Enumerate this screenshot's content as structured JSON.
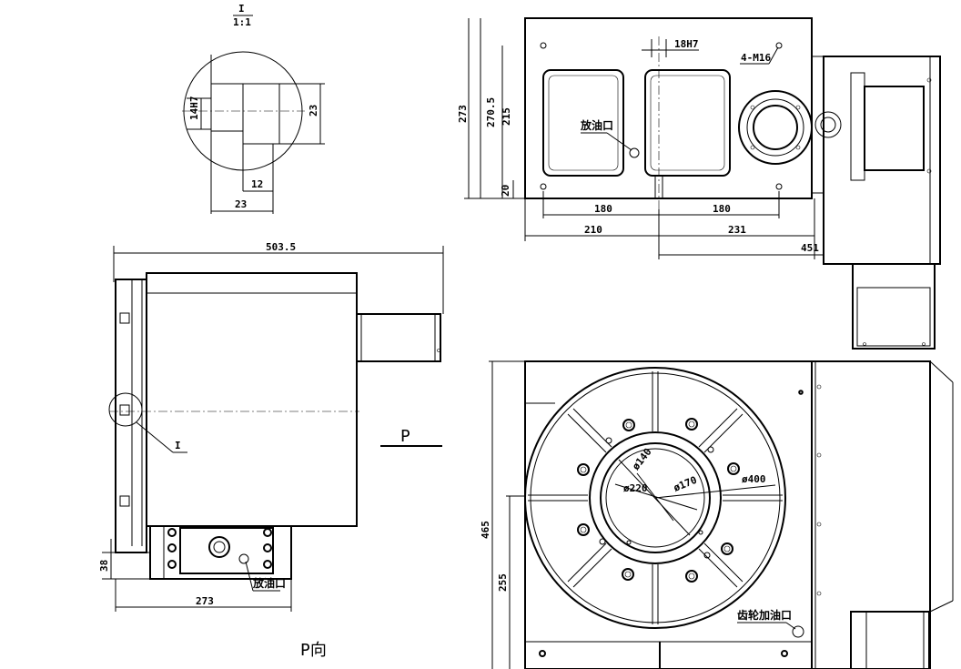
{
  "detail": {
    "name": "I",
    "scale": "1:1",
    "dim_14H7": "14H7",
    "dim_23v": "23",
    "dim_12": "12",
    "dim_23h": "23"
  },
  "plan": {
    "dim_273": "273",
    "dim_2705": "270.5",
    "dim_215": "215",
    "dim_20": "20",
    "dim_18H7": "18H7",
    "label_4M16": "4-M16",
    "label_drain": "放油口",
    "dim_180a": "180",
    "dim_180b": "180",
    "dim_210": "210",
    "dim_231": "231",
    "dim_451": "451"
  },
  "side": {
    "dim_5035": "503.5",
    "detail_ref": "I",
    "view_p": "P",
    "dim_38": "38",
    "dim_273": "273",
    "label_drain": "放油口",
    "view_title": "P向"
  },
  "front": {
    "dim_465": "465",
    "dim_255": "255",
    "phi140": "ø140",
    "phi170": "ø170",
    "phi220": "ø220",
    "phi400": "ø400",
    "label_gear_oil": "齿轮加油口"
  }
}
